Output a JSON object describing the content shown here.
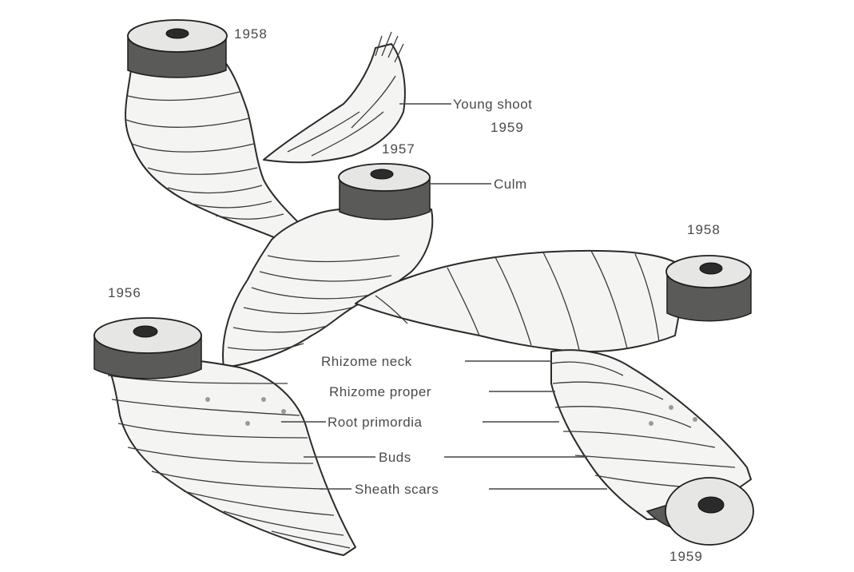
{
  "figure": {
    "years": {
      "y1958": "1958",
      "y1957": "1957",
      "y1956": "1956",
      "y1958b": "1958",
      "y1959_young": "1959",
      "y1959_bottom": "1959"
    },
    "labels": {
      "young_shoot": "Young shoot",
      "culm": "Culm",
      "rhizome_neck": "Rhizome neck",
      "rhizome_proper": "Rhizome proper",
      "root_primordia": "Root primordia",
      "buds": "Buds",
      "sheath_scars": "Sheath scars"
    }
  }
}
